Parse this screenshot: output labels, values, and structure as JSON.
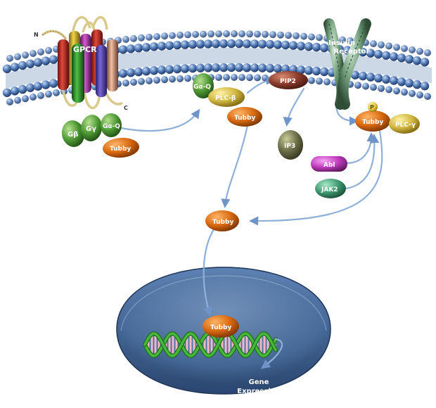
{
  "labels": {
    "gpcr": "GPCR",
    "n_terminus": "N",
    "c_terminus": "C",
    "g_beta": "Gβ",
    "g_gamma": "Gγ",
    "g_alpha_q_complex": "Gα-Q",
    "tubby_complex": "Tubby",
    "g_alpha_q_active": "Gα-Q",
    "plc_beta": "PLC-β",
    "tubby_membrane": "Tubby",
    "pip2": "PIP2",
    "ip3": "IP3",
    "insulin_receptor_line1": "Insulin",
    "insulin_receptor_line2": "Receptor",
    "phospho": "P",
    "tubby_receptor": "Tubby",
    "plc_gamma": "PLC-γ",
    "abl": "Abl",
    "jak2": "JAK2",
    "tubby_cytoplasm": "Tubby",
    "tubby_nucleus": "Tubby",
    "gene_expression_line1": "Gene",
    "gene_expression_line2": "Expression"
  },
  "colors": {
    "membrane": "#3f6aa8",
    "nucleus": "#4d74a3",
    "tubby": "#d86a12",
    "g_protein": "#4f9a35",
    "plc_beta": "#d1b640",
    "pip2": "#8a3a2a",
    "ip3": "#6b6e48",
    "abl": "#c23cc0",
    "jak2": "#3f9a72",
    "plc_gamma": "#c9a52a",
    "insulin_receptor": "#6f9a78",
    "arrow": "#8fb0d8",
    "dna": "#2f9a2a"
  }
}
